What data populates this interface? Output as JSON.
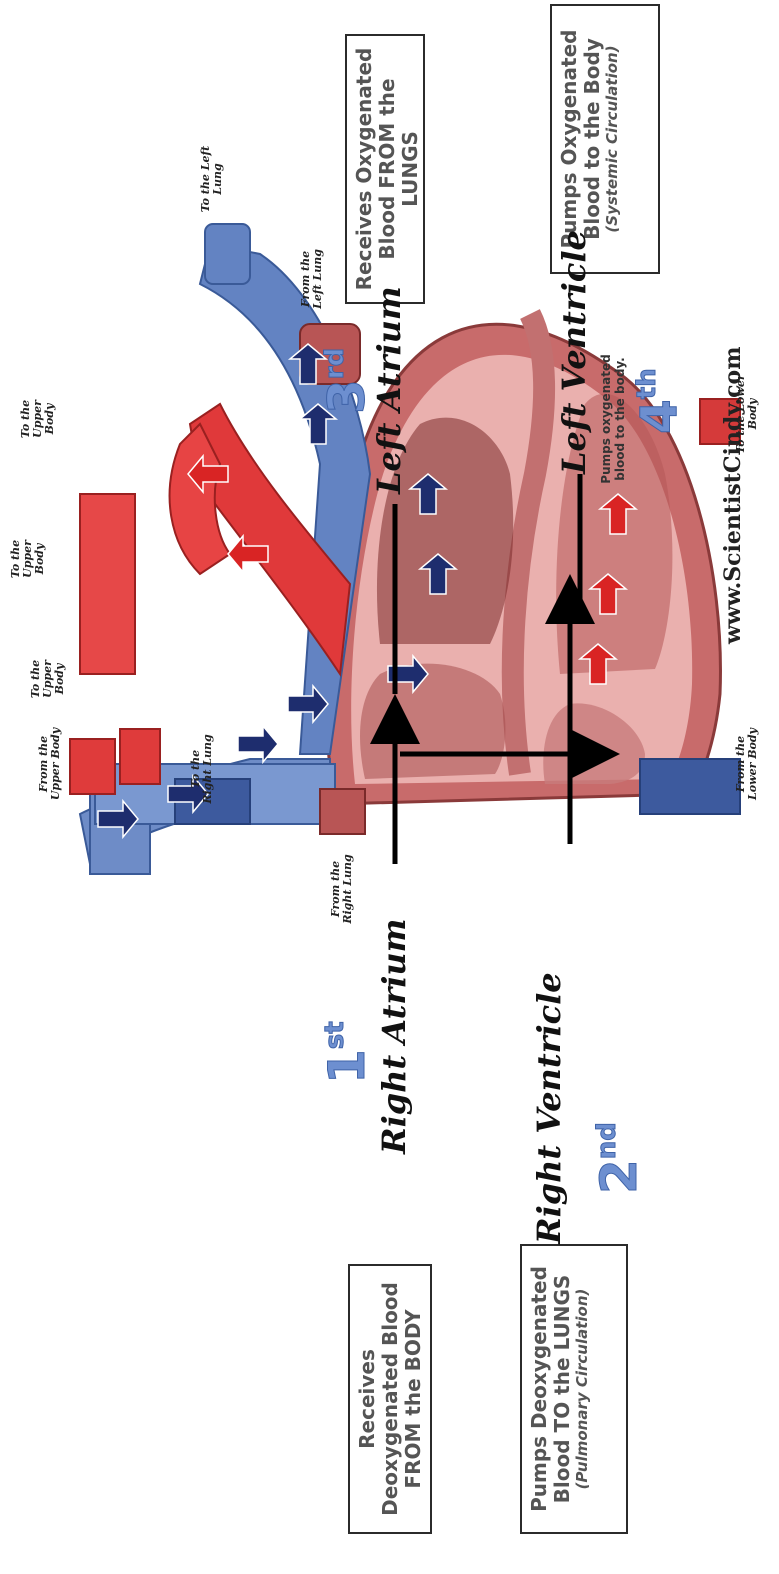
{
  "boxes": {
    "right_atrium": "Receives Deoxygenated Blood FROM the BODY",
    "right_ventricle_line1": "Pumps Deoxygenated Blood TO the LUNGS",
    "right_ventricle_line2": "(Pulmonary Circulation)",
    "left_atrium": "Receives Oxygenated Blood FROM the LUNGS",
    "left_ventricle_line1": "Pumps Oxygenated Blood to the Body",
    "left_ventricle_line2": "(Systemic Circulation)"
  },
  "chambers": {
    "right_atrium": "Right Atrium",
    "right_ventricle": "Right Ventricle",
    "left_atrium": "Left Atrium",
    "left_ventricle": "Left Ventricle"
  },
  "order": {
    "first_num": "1",
    "first_sup": "st",
    "second_num": "2",
    "second_sup": "nd",
    "third_num": "3",
    "third_sup": "rd",
    "fourth_num": "4",
    "fourth_sup": "th"
  },
  "left_ventricle_note": "Pumps oxygenated blood to the body.",
  "vessels": {
    "from_upper_body": "From the Upper Body",
    "to_upper_body_1": "To the Upper Body",
    "to_upper_body_2": "To the Upper Body",
    "to_upper_body_3": "To the Upper Body",
    "to_right_lung": "To the Right Lung",
    "from_right_lung": "From the Right Lung",
    "to_left_lung": "To the Left Lung",
    "from_left_lung": "From the Left Lung",
    "to_lower_body": "To the Lower Body",
    "from_lower_body": "From the Lower Body"
  },
  "watermark": "www.ScientistCindy.com",
  "colors": {
    "deoxygenated": "#2f5fa8",
    "oxygenated": "#e23a3a",
    "muscle": "#e8a6a6",
    "arrow_blue": "#1e2d6e",
    "arrow_red": "#d92424",
    "ordinal_blue": "#6d8fd0"
  }
}
